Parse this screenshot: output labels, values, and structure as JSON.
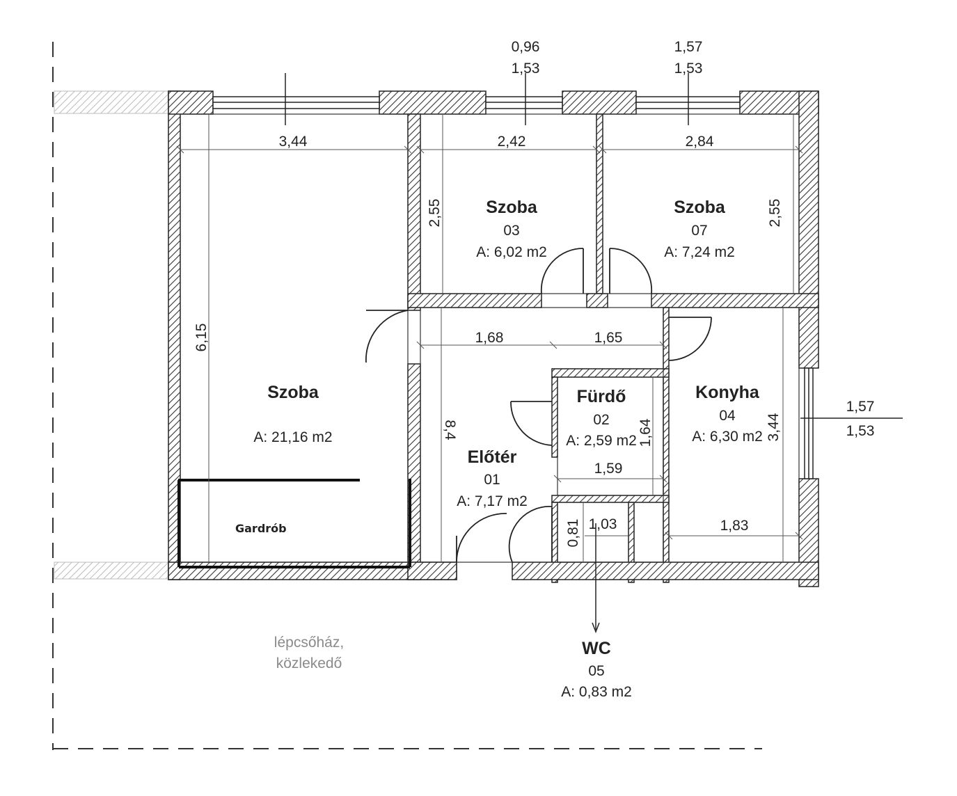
{
  "rooms": {
    "szoba_main": {
      "name": "Szoba",
      "area": "A: 21,16 m2"
    },
    "szoba_03": {
      "name": "Szoba",
      "number": "03",
      "area": "A: 6,02 m2"
    },
    "szoba_07": {
      "name": "Szoba",
      "number": "07",
      "area": "A: 7,24 m2"
    },
    "eloter": {
      "name": "Előtér",
      "number": "01",
      "area": "A: 7,17 m2"
    },
    "furdo": {
      "name": "Fürdő",
      "number": "02",
      "area": "A: 2,59 m2"
    },
    "konyha": {
      "name": "Konyha",
      "number": "04",
      "area": "A: 6,30 m2"
    },
    "wc": {
      "name": "WC",
      "number": "05",
      "area": "A: 0,83 m2"
    },
    "gardrob": {
      "name": "Gardrób"
    }
  },
  "dimensions": {
    "main_width": "3,44",
    "main_height": "6,15",
    "room03_width": "2,42",
    "room03_height": "2,55",
    "room07_width": "2,84",
    "room07_height": "2,55",
    "hall_left": "1,68",
    "hall_right": "1,65",
    "hall_height": "8,4",
    "bath_width": "1,59",
    "bath_height": "1,64",
    "kitchen_height": "3,44",
    "kitchen_width": "1,83",
    "wc_width": "1,03",
    "wc_height": "0,81"
  },
  "windows": {
    "w1": {
      "width": "0,96",
      "height": "1,53"
    },
    "w2": {
      "width": "1,57",
      "height": "1,53"
    },
    "w3": {
      "width": "1,57",
      "height": "1,53"
    }
  },
  "outside": {
    "line1": "lépcsőház,",
    "line2": "közlekedő"
  }
}
